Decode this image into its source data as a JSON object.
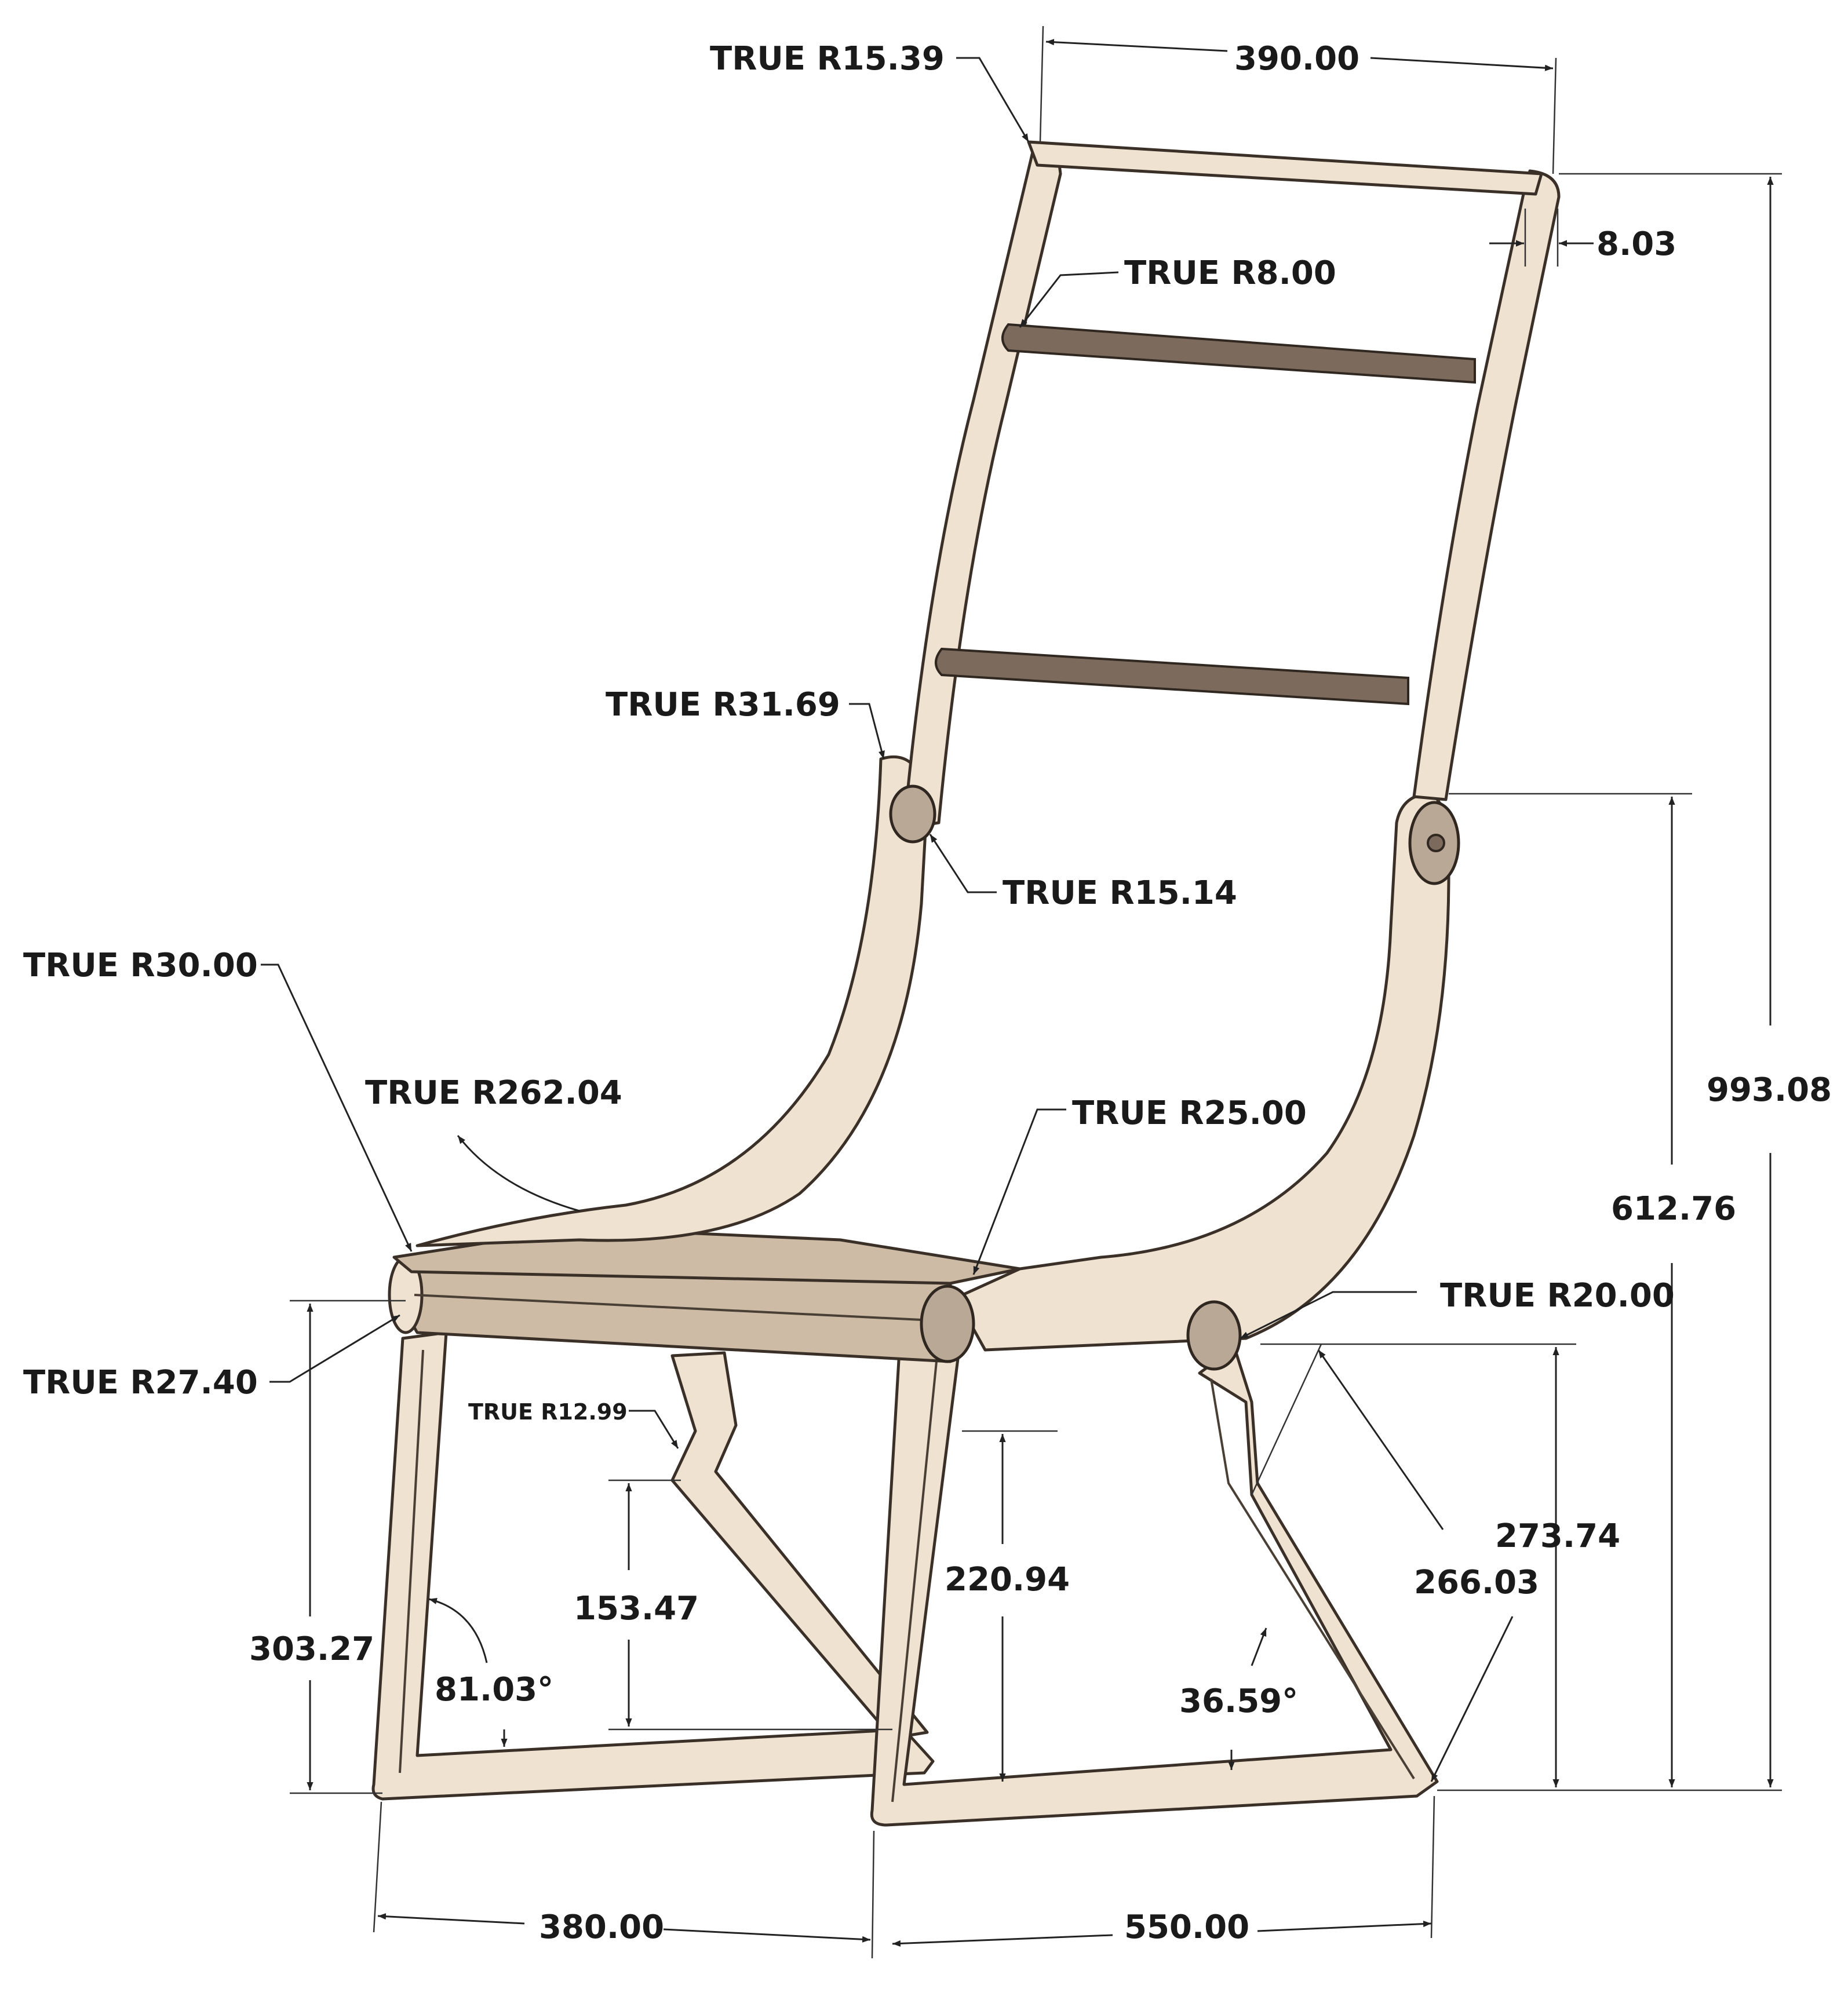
{
  "labels": {
    "r15_39": "TRUE R15.39",
    "w390": "390.00",
    "t8_03": "8.03",
    "r8": "TRUE R8.00",
    "r31_69": "TRUE R31.69",
    "r15_14": "TRUE R15.14",
    "r30": "TRUE R30.00",
    "r262_04": "TRUE R262.04",
    "r25": "TRUE R25.00",
    "h993_08": "993.08",
    "h612_76": "612.76",
    "r20": "TRUE R20.00",
    "r27_40": "TRUE R27.40",
    "r12_99": "TRUE R12.99",
    "h273_74": "273.74",
    "l266_03": "266.03",
    "h220_94": "220.94",
    "h153_47": "153.47",
    "h303_27": "303.27",
    "a81_03": "81.03°",
    "a36_59": "36.59°",
    "w380": "380.00",
    "w550": "550.00"
  },
  "colors": {
    "wood": "#efe2d1",
    "wood_shadow": "#cdbba6",
    "rod": "#7c6b5c",
    "outline": "#3a3027"
  }
}
